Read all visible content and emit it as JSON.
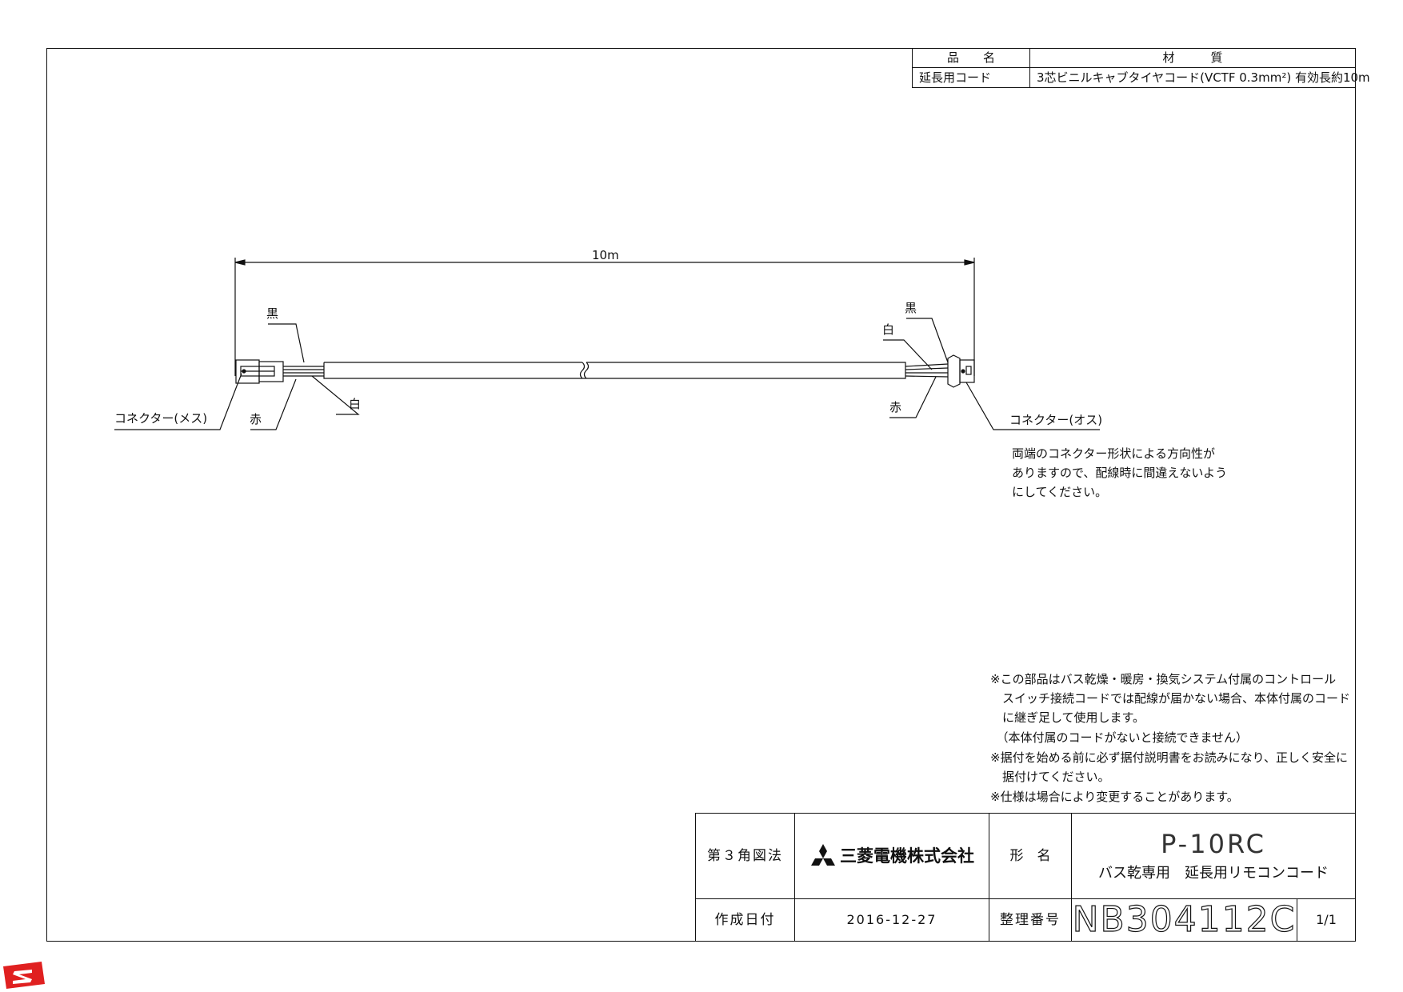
{
  "parts_table": {
    "head_name": "品　　名",
    "head_material": "材　　　質",
    "name": "延長用コード",
    "material": "3芯ビニルキャブタイヤコード(VCTF 0.3mm²) 有効長約10m"
  },
  "drawing": {
    "length": "10m",
    "left": {
      "black": "黒",
      "white": "白",
      "red": "赤",
      "connector": "コネクター(メス)"
    },
    "right": {
      "black": "黒",
      "white": "白",
      "red": "赤",
      "connector": "コネクター(オス)"
    },
    "direction_note": [
      "両端のコネクター形状による方向性が",
      "ありますので、配線時に間違えないよう",
      "にしてください。"
    ]
  },
  "notes": [
    "※この部品はバス乾燥・暖房・換気システム付属のコントロール",
    "　スイッチ接続コードでは配線が届かない場合、本体付属のコード",
    "　に継ぎ足して使用します。",
    "　（本体付属のコードがないと接続できません）",
    "※据付を始める前に必ず据付説明書をお読みになり、正しく安全に",
    "　据付けてください。",
    "※仕様は場合により変更することがあります。"
  ],
  "title_block": {
    "projection": "第３角図法",
    "company": "三菱電機株式会社",
    "model_label": "形　名",
    "model": "P-10RC",
    "product_name": "バス乾専用　延長用リモコンコード",
    "date_label": "作成日付",
    "date": "2016-12-27",
    "number_label": "整理番号",
    "number": "NB304112C",
    "sheet": "1/1"
  },
  "colors": {
    "line": "#111111",
    "stamp": "#e02020"
  }
}
